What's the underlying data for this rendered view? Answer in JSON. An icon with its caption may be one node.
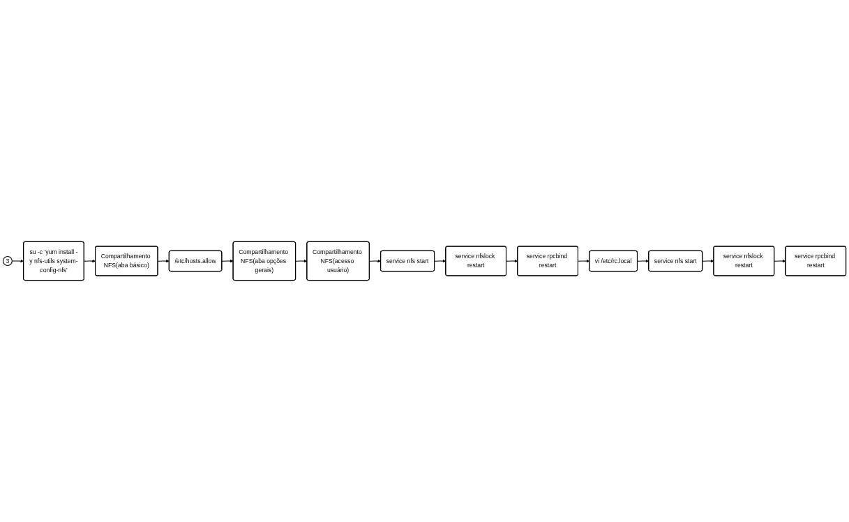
{
  "diagram": {
    "nodes": [
      {
        "text": [
          "3"
        ]
      },
      {
        "text": [
          "su -c 'yum install -y nfs-utils system-config-nfs'"
        ]
      },
      {
        "text": [
          "Compartilhamento NFS(aba básico)"
        ]
      },
      {
        "text": [
          "/etc/hosts.allow"
        ]
      },
      {
        "text": [
          "Compartilhamento NFS(aba opções gerais)"
        ]
      },
      {
        "text": [
          "Compartilhamento NFS(acesso usuário)"
        ]
      },
      {
        "text": [
          "service nfs start"
        ]
      },
      {
        "text": [
          "service nfslock restart"
        ]
      },
      {
        "text": [
          "service rpcbind restart"
        ]
      },
      {
        "text": [
          "vi /etc/rc.local"
        ]
      },
      {
        "text": [
          "service nfs start"
        ]
      },
      {
        "text": [
          "service nfslock restart"
        ]
      },
      {
        "text": [
          "service rpcbind restart"
        ]
      }
    ],
    "edges": [
      {
        "from": 0,
        "to": 1,
        "arrow": "to"
      },
      {
        "from": 1,
        "to": 2,
        "arrow": "to"
      },
      {
        "from": 2,
        "to": 3,
        "arrow": "to"
      },
      {
        "from": 3,
        "to": 4,
        "arrow": "to"
      },
      {
        "from": 4,
        "to": 5,
        "arrow": "to"
      },
      {
        "from": 5,
        "to": 6,
        "arrow": "to"
      },
      {
        "from": 6,
        "to": 7,
        "arrow": "to"
      },
      {
        "from": 7,
        "to": 8,
        "arrow": "to"
      },
      {
        "from": 8,
        "to": 9,
        "arrow": "to"
      },
      {
        "from": 9,
        "to": 10,
        "arrow": "to"
      },
      {
        "from": 10,
        "to": 11,
        "arrow": "to"
      },
      {
        "from": 11,
        "to": 12,
        "arrow": "to"
      }
    ]
  }
}
